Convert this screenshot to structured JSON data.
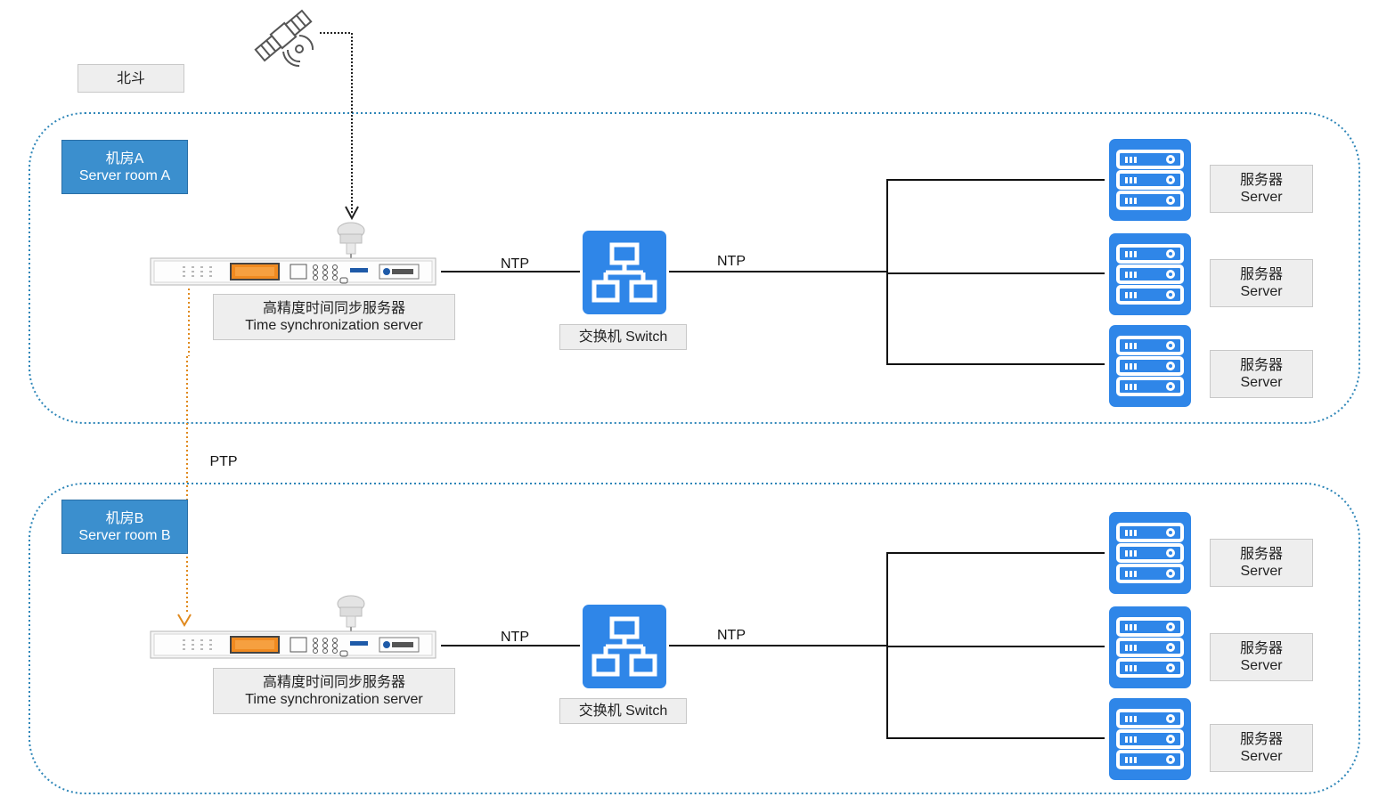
{
  "beidou": {
    "label": "北斗"
  },
  "room_a": {
    "name_zh": "机房A",
    "name_en": "Server room A",
    "time_server": {
      "label_zh": "高精度时间同步服务器",
      "label_en": "Time synchronization server"
    },
    "switch": {
      "label": "交换机 Switch"
    },
    "link_to_switch": "NTP",
    "link_from_switch": "NTP",
    "servers": [
      {
        "label_zh": "服务器",
        "label_en": "Server"
      },
      {
        "label_zh": "服务器",
        "label_en": "Server"
      },
      {
        "label_zh": "服务器",
        "label_en": "Server"
      }
    ]
  },
  "room_b": {
    "name_zh": "机房B",
    "name_en": "Server room B",
    "time_server": {
      "label_zh": "高精度时间同步服务器",
      "label_en": "Time synchronization server"
    },
    "switch": {
      "label": "交换机 Switch"
    },
    "link_to_switch": "NTP",
    "link_from_switch": "NTP",
    "servers": [
      {
        "label_zh": "服务器",
        "label_en": "Server"
      },
      {
        "label_zh": "服务器",
        "label_en": "Server"
      },
      {
        "label_zh": "服务器",
        "label_en": "Server"
      }
    ]
  },
  "ptp_link": {
    "label": "PTP"
  },
  "colors": {
    "room_border": "#2e86b8",
    "room_badge": "#3b8fce",
    "switch_icon": "#2f86e8",
    "server_icon": "#2f86e8",
    "ptp_line": "#e08a1e",
    "label_box": "#eeeeee"
  },
  "icons": [
    "satellite-icon",
    "gps-antenna-icon",
    "rack-server-device",
    "network-switch-icon",
    "server-icon"
  ]
}
